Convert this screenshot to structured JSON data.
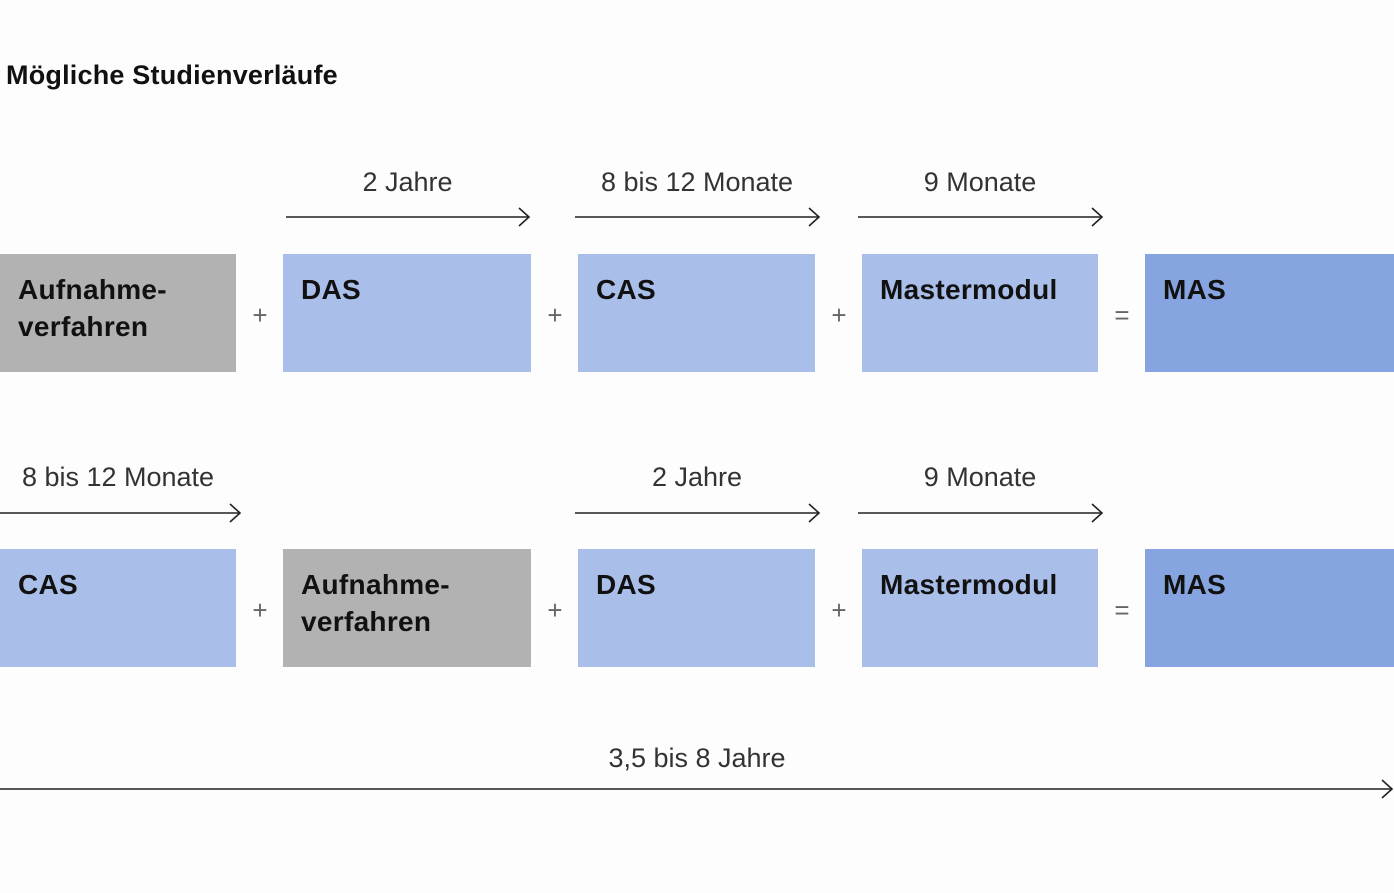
{
  "title": "Mögliche Studienverläufe",
  "colors": {
    "gray": "#b2b2b2",
    "light_blue": "#a9bfe9",
    "mid_blue": "#86a5e0"
  },
  "rows": [
    {
      "durations": [
        "2 Jahre",
        "8 bis 12 Monate",
        "9 Monate"
      ],
      "boxes": [
        {
          "label": "Aufnahme-\nverfahren",
          "color": "gray"
        },
        {
          "label": "DAS",
          "color": "light_blue"
        },
        {
          "label": "CAS",
          "color": "light_blue"
        },
        {
          "label": "Mastermodul",
          "color": "light_blue"
        },
        {
          "label": "MAS",
          "color": "mid_blue"
        }
      ],
      "operators": [
        "+",
        "+",
        "+",
        "="
      ]
    },
    {
      "durations": [
        "8 bis 12 Monate",
        "2 Jahre",
        "9 Monate"
      ],
      "boxes": [
        {
          "label": "CAS",
          "color": "light_blue"
        },
        {
          "label": "Aufnahme-\nverfahren",
          "color": "gray"
        },
        {
          "label": "DAS",
          "color": "light_blue"
        },
        {
          "label": "Mastermodul",
          "color": "light_blue"
        },
        {
          "label": "MAS",
          "color": "mid_blue"
        }
      ],
      "operators": [
        "+",
        "+",
        "+",
        "="
      ]
    }
  ],
  "total_duration": "3,5 bis 8 Jahre"
}
